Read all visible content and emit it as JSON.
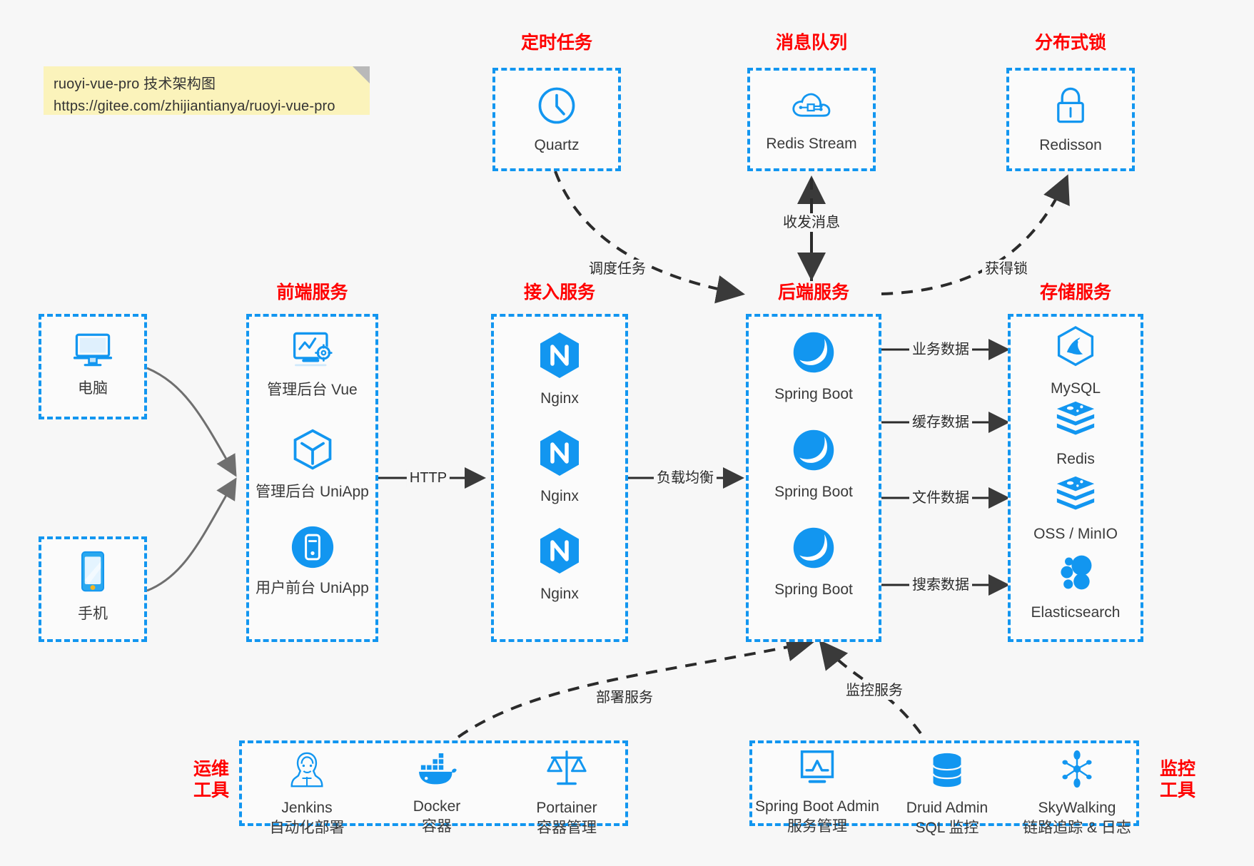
{
  "note": {
    "line1": "ruoyi-vue-pro 技术架构图",
    "line2": "https://gitee.com/zhijiantianya/ruoyi-vue-pro"
  },
  "colors": {
    "box_border": "#1296f0",
    "group_title": "#ff0000",
    "icon_blue": "#1296f0",
    "background": "#f7f7f7",
    "note_bg": "#fbf3bb",
    "edge": "#3a3a3a"
  },
  "groups": {
    "scheduler": {
      "title": "定时任务",
      "nodes": [
        {
          "label": "Quartz",
          "icon": "clock-icon"
        }
      ]
    },
    "mq": {
      "title": "消息队列",
      "nodes": [
        {
          "label": "Redis Stream",
          "icon": "cloud-network-icon"
        }
      ]
    },
    "lock": {
      "title": "分布式锁",
      "nodes": [
        {
          "label": "Redisson",
          "icon": "lock-icon"
        }
      ]
    },
    "clients": {
      "nodes": [
        {
          "label": "电脑",
          "icon": "desktop-icon"
        },
        {
          "label": "手机",
          "icon": "mobile-icon"
        }
      ]
    },
    "frontend": {
      "title": "前端服务",
      "nodes": [
        {
          "label": "管理后台 Vue",
          "icon": "dashboard-gear-icon"
        },
        {
          "label": "管理后台 UniApp",
          "icon": "cube-icon"
        },
        {
          "label": "用户前台 UniApp",
          "icon": "app-circle-icon"
        }
      ]
    },
    "gateway": {
      "title": "接入服务",
      "nodes": [
        {
          "label": "Nginx",
          "icon": "nginx-icon"
        },
        {
          "label": "Nginx",
          "icon": "nginx-icon"
        },
        {
          "label": "Nginx",
          "icon": "nginx-icon"
        }
      ]
    },
    "backend": {
      "title": "后端服务",
      "nodes": [
        {
          "label": "Spring Boot",
          "icon": "spring-boot-icon"
        },
        {
          "label": "Spring Boot",
          "icon": "spring-boot-icon"
        },
        {
          "label": "Spring Boot",
          "icon": "spring-boot-icon"
        }
      ]
    },
    "storage": {
      "title": "存储服务",
      "nodes": [
        {
          "label": "MySQL",
          "icon": "mysql-icon"
        },
        {
          "label": "Redis",
          "icon": "redis-icon"
        },
        {
          "label": "OSS / MinIO",
          "icon": "oss-icon"
        },
        {
          "label": "Elasticsearch",
          "icon": "elasticsearch-icon"
        }
      ]
    },
    "devops": {
      "title_line1": "运维",
      "title_line2": "工具",
      "nodes": [
        {
          "label": "Jenkins",
          "sub": "自动化部署",
          "icon": "jenkins-icon"
        },
        {
          "label": "Docker",
          "sub": "容器",
          "icon": "docker-icon"
        },
        {
          "label": "Portainer",
          "sub": "容器管理",
          "icon": "scales-icon"
        }
      ]
    },
    "monitor": {
      "title_line1": "监控",
      "title_line2": "工具",
      "nodes": [
        {
          "label": "Spring Boot Admin",
          "sub": "服务管理",
          "icon": "monitor-chart-icon"
        },
        {
          "label": "Druid Admin",
          "sub": "SQL 监控",
          "icon": "database-icon"
        },
        {
          "label": "SkyWalking",
          "sub": "链路追踪 & 日志",
          "icon": "skywalking-icon"
        }
      ]
    }
  },
  "edges": [
    {
      "id": "http",
      "label": "HTTP"
    },
    {
      "id": "lb",
      "label": "负载均衡"
    },
    {
      "id": "biz-data",
      "label": "业务数据"
    },
    {
      "id": "cache-data",
      "label": "缓存数据"
    },
    {
      "id": "file-data",
      "label": "文件数据"
    },
    {
      "id": "search-data",
      "label": "搜索数据"
    },
    {
      "id": "schedule",
      "label": "调度任务"
    },
    {
      "id": "message",
      "label": "收发消息"
    },
    {
      "id": "get-lock",
      "label": "获得锁"
    },
    {
      "id": "deploy",
      "label": "部署服务"
    },
    {
      "id": "monitoring",
      "label": "监控服务"
    }
  ]
}
